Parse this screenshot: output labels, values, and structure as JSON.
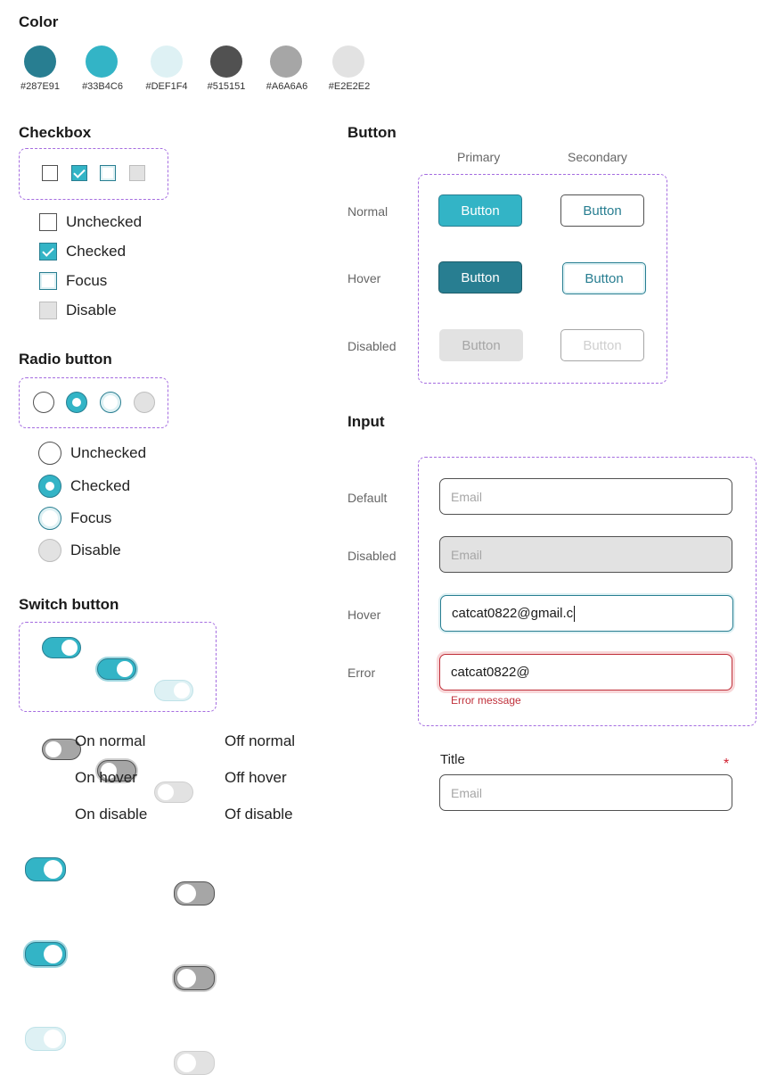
{
  "colors": {
    "title": "Color",
    "swatches": [
      {
        "hex": "#287E91",
        "label": "#287E91"
      },
      {
        "hex": "#33B4C6",
        "label": "#33B4C6"
      },
      {
        "hex": "#DEF1F4",
        "label": "#DEF1F4"
      },
      {
        "hex": "#515151",
        "label": "#515151"
      },
      {
        "hex": "#A6A6A6",
        "label": "#A6A6A6"
      },
      {
        "hex": "#E2E2E2",
        "label": "#E2E2E2"
      }
    ]
  },
  "checkbox": {
    "title": "Checkbox",
    "items": [
      {
        "label": "Unchecked"
      },
      {
        "label": "Checked"
      },
      {
        "label": "Focus"
      },
      {
        "label": "Disable"
      }
    ]
  },
  "radio": {
    "title": "Radio button",
    "items": [
      {
        "label": "Unchecked"
      },
      {
        "label": "Checked"
      },
      {
        "label": "Focus"
      },
      {
        "label": "Disable"
      }
    ]
  },
  "switch": {
    "title": "Switch button",
    "items": [
      {
        "label": "On normal"
      },
      {
        "label": "Off normal"
      },
      {
        "label": "On hover"
      },
      {
        "label": "Off hover"
      },
      {
        "label": "On disable"
      },
      {
        "label": "Of disable"
      }
    ]
  },
  "button": {
    "title": "Button",
    "col_primary": "Primary",
    "col_secondary": "Secondary",
    "row_normal": "Normal",
    "row_hover": "Hover",
    "row_disabled": "Disabled",
    "label": "Button"
  },
  "input": {
    "title": "Input",
    "row_default": "Default",
    "row_disabled": "Disabled",
    "row_hover": "Hover",
    "row_error": "Error",
    "placeholder": "Email",
    "hover_value": "catcat0822@gmail.c",
    "error_value": "catcat0822@",
    "error_message": "Error message",
    "field_title": "Title",
    "required_mark": "*"
  }
}
